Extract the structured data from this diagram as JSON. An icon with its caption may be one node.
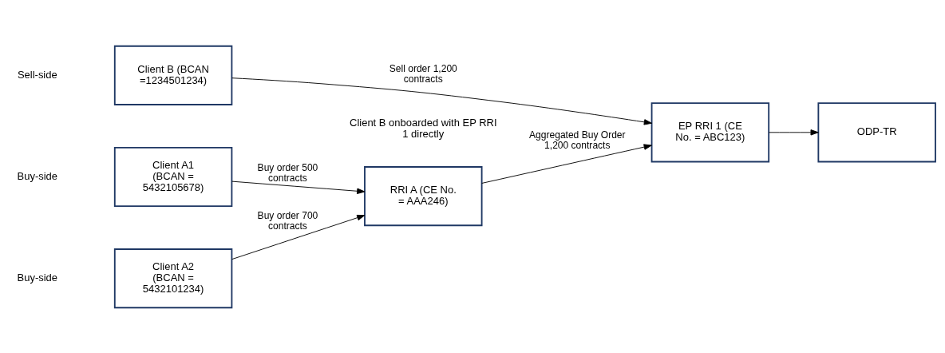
{
  "diagram": {
    "nodes": [
      {
        "text": [
          "Client B (BCAN =1234501234)"
        ]
      },
      {
        "text": [
          "Client A1 (BCAN = 5432105678)"
        ]
      },
      {
        "text": [
          "Client A2 (BCAN = 5432101234)"
        ]
      },
      {
        "text": [
          "RRI A (CE No. = AAA246)"
        ]
      },
      {
        "text": [
          "EP RRI 1 (CE No. = ABC123)"
        ]
      },
      {
        "text": [
          "ODP-TR"
        ]
      }
    ],
    "edges": [
      {
        "from": 0,
        "to": 4,
        "arrow": "to",
        "label": "Sell order 1,200 contracts"
      },
      {
        "from": 1,
        "to": 3,
        "arrow": "to",
        "label": "Buy order 500 contracts"
      },
      {
        "from": 2,
        "to": 3,
        "arrow": "to",
        "label": "Buy order 700 contracts"
      },
      {
        "from": 3,
        "to": 4,
        "arrow": "to",
        "label": "Aggregated Buy Order 1,200 contracts"
      },
      {
        "from": 4,
        "to": 5,
        "arrow": "to"
      }
    ],
    "labels": [
      "Sell-side",
      "Buy-side",
      "Buy-side",
      "Client B onboarded with EP RRI 1 directly"
    ]
  }
}
